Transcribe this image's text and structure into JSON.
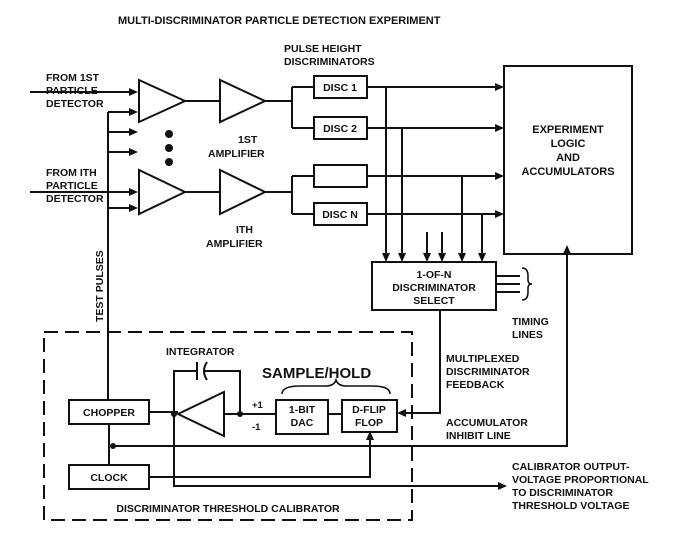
{
  "title": "MULTI-DISCRIMINATOR PARTICLE DETECTION EXPERIMENT",
  "labels": {
    "from_1st_line1": "FROM 1ST",
    "from_1st_line2": "PARTICLE",
    "from_1st_line3": "DETECTOR",
    "from_ith_line1": "FROM ITH",
    "from_ith_line2": "PARTICLE",
    "from_ith_line3": "DETECTOR",
    "amp_1st_line1": "1ST",
    "amp_1st_line2": "AMPLIFIER",
    "amp_ith_line1": "ITH",
    "amp_ith_line2": "AMPLIFIER",
    "phd_line1": "PULSE HEIGHT",
    "phd_line2": "DISCRIMINATORS",
    "test_pulses": "TEST PULSES",
    "integrator": "INTEGRATOR",
    "sample_hold": "SAMPLE/HOLD",
    "timing_line1": "TIMING",
    "timing_line2": "LINES",
    "mux_line1": "MULTIPLEXED",
    "mux_line2": "DISCRIMINATOR",
    "mux_line3": "FEEDBACK",
    "acc_inhibit_line1": "ACCUMULATOR",
    "acc_inhibit_line2": "INHIBIT LINE",
    "cal_out_line1": "CALIBRATOR OUTPUT-",
    "cal_out_line2": "VOLTAGE PROPORTIONAL",
    "cal_out_line3": "TO DISCRIMINATOR",
    "cal_out_line4": "THRESHOLD VOLTAGE",
    "calibrator_caption": "DISCRIMINATOR THRESHOLD CALIBRATOR",
    "plus_one": "+1",
    "minus_one": "-1"
  },
  "blocks": {
    "disc1": "DISC 1",
    "disc2": "DISC 2",
    "discn": "DISC N",
    "experiment_line1": "EXPERIMENT",
    "experiment_line2": "LOGIC",
    "experiment_line3": "AND",
    "experiment_line4": "ACCUMULATORS",
    "select_line1": "1-OF-N",
    "select_line2": "DISCRIMINATOR",
    "select_line3": "SELECT",
    "chopper": "CHOPPER",
    "clock": "CLOCK",
    "dac_line1": "1-BIT",
    "dac_line2": "DAC",
    "dflip_line1": "D-FLIP",
    "dflip_line2": "FLOP"
  }
}
